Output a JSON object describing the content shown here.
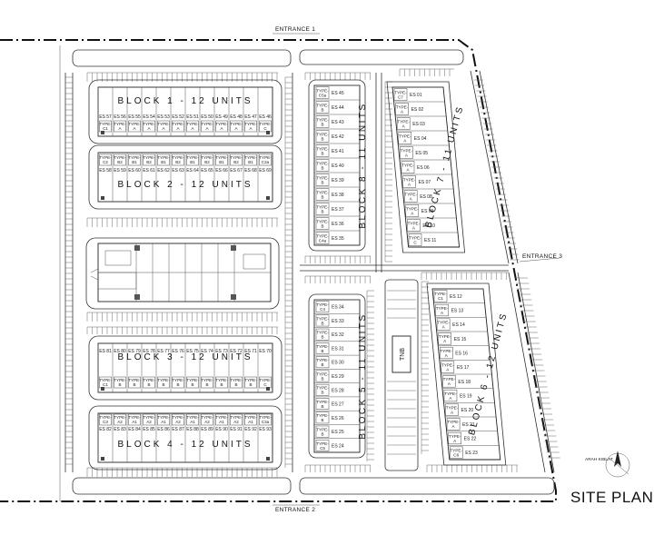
{
  "title": "SITE PLAN",
  "entrances": {
    "e1": "ENTRANCE 1",
    "e2": "ENTRANCE 2",
    "e3": "ENTRANCE 3"
  },
  "tnb": "TNB",
  "north": {
    "label": "ARAH KIBLAT"
  },
  "blocks": {
    "b1": {
      "title": "BLOCK  1 - 12 UNITS",
      "units": [
        {
          "es": "ES 57",
          "type": "TYPE-C1"
        },
        {
          "es": "ES 56",
          "type": "TYPE-A"
        },
        {
          "es": "ES 55",
          "type": "TYPE-A"
        },
        {
          "es": "ES 54",
          "type": "TYPE-A"
        },
        {
          "es": "ES 53",
          "type": "TYPE-A"
        },
        {
          "es": "ES 52",
          "type": "TYPE-A"
        },
        {
          "es": "ES 51",
          "type": "TYPE-A"
        },
        {
          "es": "ES 50",
          "type": "TYPE-A"
        },
        {
          "es": "ES 49",
          "type": "TYPE-A"
        },
        {
          "es": "ES 48",
          "type": "TYPE-A"
        },
        {
          "es": "ES 47",
          "type": "TYPE-A"
        },
        {
          "es": "ES 46",
          "type": "TYPE-C"
        }
      ]
    },
    "b2": {
      "title": "BLOCK  2 - 12 UNITS",
      "units": [
        {
          "es": "ES 58",
          "type": "TYPE-C2"
        },
        {
          "es": "ES 59",
          "type": "TYPE-B2"
        },
        {
          "es": "ES 60",
          "type": "TYPE-B1"
        },
        {
          "es": "ES 61",
          "type": "TYPE-B2"
        },
        {
          "es": "ES 62",
          "type": "TYPE-B1"
        },
        {
          "es": "ES 63",
          "type": "TYPE-B2"
        },
        {
          "es": "ES 64",
          "type": "TYPE-B1"
        },
        {
          "es": "ES 65",
          "type": "TYPE-B2"
        },
        {
          "es": "ES 66",
          "type": "TYPE-B1"
        },
        {
          "es": "ES 67",
          "type": "TYPE-B2"
        },
        {
          "es": "ES 68",
          "type": "TYPE-B1"
        },
        {
          "es": "ES 69",
          "type": "TYPE-C2a"
        }
      ]
    },
    "b3": {
      "title": "BLOCK  3 - 12 UNITS",
      "units": [
        {
          "es": "ES 81",
          "type": "TYPE-C1"
        },
        {
          "es": "ES 80",
          "type": "TYPE-B"
        },
        {
          "es": "ES 79",
          "type": "TYPE-B"
        },
        {
          "es": "ES 78",
          "type": "TYPE-B"
        },
        {
          "es": "ES 77",
          "type": "TYPE-B"
        },
        {
          "es": "ES 76",
          "type": "TYPE-B"
        },
        {
          "es": "ES 75",
          "type": "TYPE-B"
        },
        {
          "es": "ES 74",
          "type": "TYPE-B"
        },
        {
          "es": "ES 73",
          "type": "TYPE-B"
        },
        {
          "es": "ES 72",
          "type": "TYPE-B"
        },
        {
          "es": "ES 71",
          "type": "TYPE-B"
        },
        {
          "es": "ES 70",
          "type": "TYPE-C"
        }
      ]
    },
    "b4": {
      "title": "BLOCK  4 - 12 UNITS",
      "units": [
        {
          "es": "ES 82",
          "type": "TYPE-C3"
        },
        {
          "es": "ES 83",
          "type": "TYPE-A2"
        },
        {
          "es": "ES 84",
          "type": "TYPE-A1"
        },
        {
          "es": "ES 85",
          "type": "TYPE-A2"
        },
        {
          "es": "ES 86",
          "type": "TYPE-A1"
        },
        {
          "es": "ES 87",
          "type": "TYPE-A2"
        },
        {
          "es": "ES 88",
          "type": "TYPE-A1"
        },
        {
          "es": "ES 89",
          "type": "TYPE-A2"
        },
        {
          "es": "ES 90",
          "type": "TYPE-A1"
        },
        {
          "es": "ES 91",
          "type": "TYPE-A2"
        },
        {
          "es": "ES 92",
          "type": "TYPE-A1"
        },
        {
          "es": "ES 93",
          "type": "TYPE-C3a"
        }
      ]
    },
    "b5": {
      "title": "BLOCK  5 - 11 UNITS",
      "units": [
        {
          "es": "ES 34",
          "type": "TYPE-C4"
        },
        {
          "es": "ES 33",
          "type": "TYPE-B"
        },
        {
          "es": "ES 32",
          "type": "TYPE-B"
        },
        {
          "es": "ES 31",
          "type": "TYPE-B"
        },
        {
          "es": "ES 30",
          "type": "TYPE-B"
        },
        {
          "es": "ES 29",
          "type": "TYPE-B"
        },
        {
          "es": "ES 28",
          "type": "TYPE-B"
        },
        {
          "es": "ES 27",
          "type": "TYPE-B"
        },
        {
          "es": "ES 26",
          "type": "TYPE-B"
        },
        {
          "es": "ES 25",
          "type": "TYPE-B"
        },
        {
          "es": "ES 24",
          "type": "TYPE-C5"
        }
      ]
    },
    "b6": {
      "title": "BLOCK  6 - 12 UNITS",
      "units": [
        {
          "es": "ES 12",
          "type": "TYPE-C1"
        },
        {
          "es": "ES 13",
          "type": "TYPE-A"
        },
        {
          "es": "ES 14",
          "type": "TYPE-A"
        },
        {
          "es": "ES 15",
          "type": "TYPE-A"
        },
        {
          "es": "ES 16",
          "type": "TYPE-A"
        },
        {
          "es": "ES 17",
          "type": "TYPE-A"
        },
        {
          "es": "ES 18",
          "type": "TYPE-A"
        },
        {
          "es": "ES 19",
          "type": "TYPE-A"
        },
        {
          "es": "ES 20",
          "type": "TYPE-A"
        },
        {
          "es": "ES 21",
          "type": "TYPE-A"
        },
        {
          "es": "ES 22",
          "type": "TYPE-A"
        },
        {
          "es": "ES 23",
          "type": "TYPE-C6"
        }
      ]
    },
    "b7": {
      "title": "BLOCK  7 - 11 UNITS",
      "units": [
        {
          "es": "ES 01",
          "type": "TYPE-C7"
        },
        {
          "es": "ES 02",
          "type": "TYPE-A"
        },
        {
          "es": "ES 03",
          "type": "TYPE-A"
        },
        {
          "es": "ES 04",
          "type": "TYPE-A"
        },
        {
          "es": "ES 05",
          "type": "TYPE-A"
        },
        {
          "es": "ES 06",
          "type": "TYPE-A"
        },
        {
          "es": "ES 07",
          "type": "TYPE-A"
        },
        {
          "es": "ES 08",
          "type": "TYPE-A"
        },
        {
          "es": "ES 09",
          "type": "TYPE-A"
        },
        {
          "es": "ES 10",
          "type": "TYPE-A"
        },
        {
          "es": "ES 11",
          "type": "TYPE-C"
        }
      ]
    },
    "b8": {
      "title": "BLOCK  8 - 11 UNITS",
      "units": [
        {
          "es": "ES 45",
          "type": "TYPE-C5a"
        },
        {
          "es": "ES 44",
          "type": "TYPE-B"
        },
        {
          "es": "ES 43",
          "type": "TYPE-B"
        },
        {
          "es": "ES 42",
          "type": "TYPE-B"
        },
        {
          "es": "ES 41",
          "type": "TYPE-B"
        },
        {
          "es": "ES 40",
          "type": "TYPE-B"
        },
        {
          "es": "ES 39",
          "type": "TYPE-B"
        },
        {
          "es": "ES 38",
          "type": "TYPE-B"
        },
        {
          "es": "ES 37",
          "type": "TYPE-B"
        },
        {
          "es": "ES 36",
          "type": "TYPE-B"
        },
        {
          "es": "ES 35",
          "type": "TYPE-C4a"
        }
      ]
    }
  }
}
